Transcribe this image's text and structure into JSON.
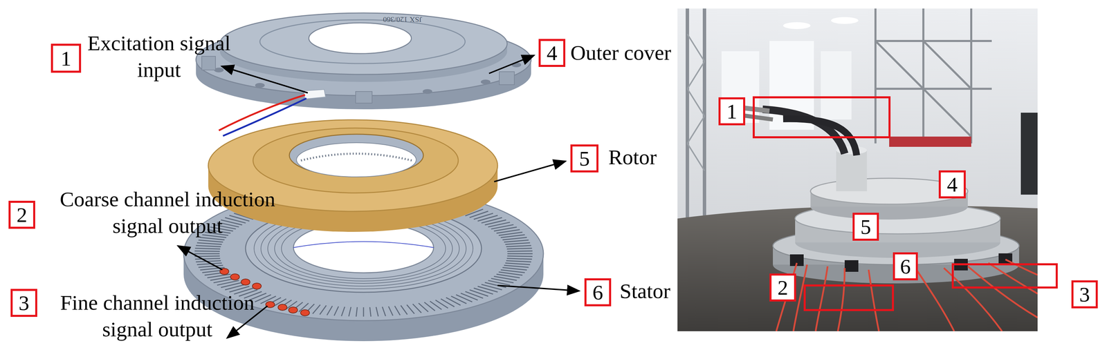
{
  "diagram": {
    "nodes": [
      {
        "text": [
          "1"
        ]
      },
      {
        "text": [
          "4"
        ]
      },
      {
        "text": [
          "5"
        ]
      },
      {
        "text": [
          "2"
        ]
      },
      {
        "text": [
          "6"
        ]
      },
      {
        "text": [
          "3"
        ]
      },
      {
        "text": [
          "1"
        ]
      },
      {
        "text": [
          "4"
        ]
      },
      {
        "text": [
          "5"
        ]
      },
      {
        "text": [
          "6"
        ]
      },
      {
        "text": [
          "2"
        ]
      },
      {
        "text": [
          "3"
        ]
      }
    ],
    "labels": [
      "Excitation signal input",
      "Outer cover",
      "Rotor",
      "Coarse channel induction signal output",
      "Fine channel induction signal output",
      "Stator",
      "JSX 120/360"
    ]
  }
}
